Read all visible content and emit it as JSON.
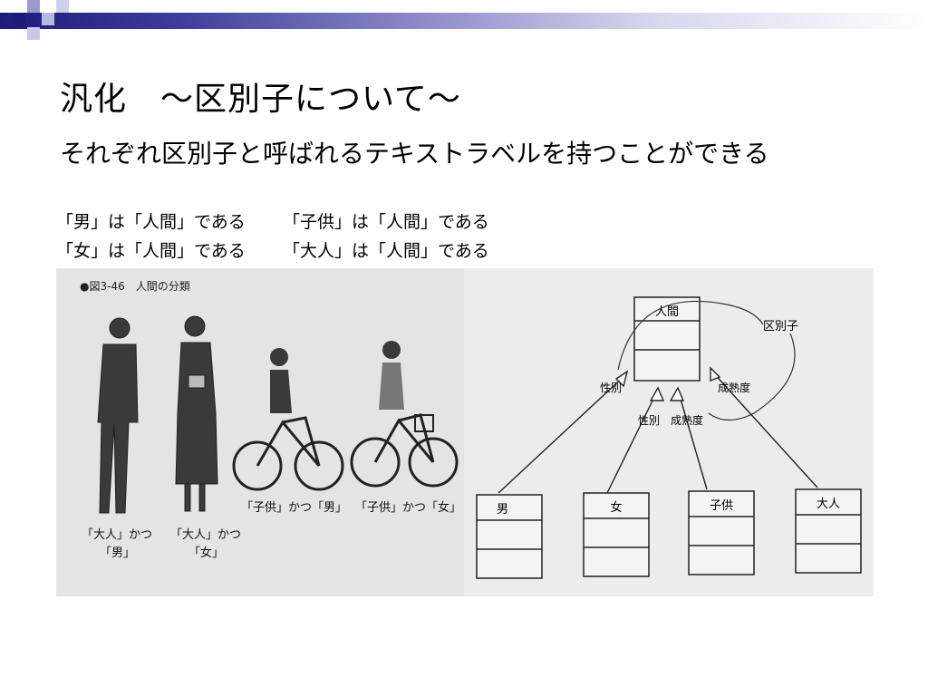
{
  "slide": {
    "title": "汎化　～区別子について～",
    "subtitle": "それぞれ区別子と呼ばれるテキストラベルを持つことができる",
    "rules": [
      "「男」は「人間」である",
      "「子供」は「人間」である",
      "「女」は「人間」である",
      "「大人」は「人間」である"
    ]
  },
  "figure": {
    "caption": "●図3-46　人間の分類",
    "people": [
      {
        "label_line1": "「大人」かつ",
        "label_line2": "「男」"
      },
      {
        "label_line1": "「大人」かつ",
        "label_line2": "「女」"
      },
      {
        "label_line1": "「子供」かつ「男」",
        "label_line2": ""
      },
      {
        "label_line1": "「子供」かつ「女」",
        "label_line2": ""
      }
    ]
  },
  "uml": {
    "parent_class": "人間",
    "discriminator_label": "区別子",
    "discriminators": [
      "性別",
      "成熟度",
      "性別",
      "成熟度"
    ],
    "children": [
      "男",
      "女",
      "子供",
      "大人"
    ]
  },
  "colors": {
    "header_dark": "#1c1c78",
    "header_light": "#d6d6ee",
    "photo_bg": "#e6e6e6"
  }
}
